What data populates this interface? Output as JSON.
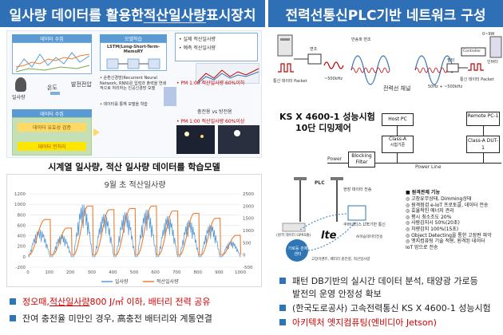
{
  "left_panel": {
    "title_part1": "일사량 데이터를 활용한 ",
    "title_part2": "적산일사량",
    "title_part3": " 표시장치",
    "flow": {
      "data_collect_label": "데이터 수집",
      "sensor_label": "일사량",
      "temp_label": "온도",
      "power_label": "발전전압",
      "data_collect2_label": "데이터 수집",
      "validate_label": "데이터 유효성 검증",
      "preprocess_label": "데이터 전처리",
      "model_label": "모델학습",
      "lstm_title": "LSTM(Long-Short-Term-MemoRY",
      "model_desc": "• 순환신경망(Recurrent Neural Network, RNN)은 입력과 출력을 연쇄적으로 처리하는 인공신경망 모델",
      "model_desc2": "• 데이터를 통해 모델을 학습",
      "out_item1": "• 실제 적산일사량",
      "out_item2": "• 예측 적산일사량",
      "pm_label1": "• PM 1:00 적산일사량 60%이하",
      "charge_label": "충전용 vs 방전용",
      "pm_label2": "• PM 1:00 적산일사량 60%이상"
    },
    "caption": "시계열 일사량, 적산 일사량 데이터를 학습모델",
    "bullets": [
      {
        "pre": "정오때, ",
        "mid": "적산일사량",
        "post": " 800 J/㎡ 이하, 배터리 전력 공유"
      },
      {
        "text": "잔여 충전율 미만인 경우, 高충전 배터리와 계통연결"
      }
    ]
  },
  "right_panel": {
    "title": "전력선통신PLC기반 네트워크 구성",
    "top": {
      "lbl_sig1": "통신 데이터 Packet",
      "lbl_carrier": "변조",
      "lbl_freq1": "~500kHz",
      "lbl_mod": "반송파 변조",
      "lbl_channel": "전력선 채널",
      "lbl_freq2": "50Hz + ~500kHz",
      "lbl_filter": "필터",
      "lbl_ctrl": "Controller",
      "lbl_sig2": "통신 데이터 Packet",
      "lbl_kw": "0~9W",
      "lbl_load": "인버터"
    },
    "test_title1": "KS X 4600-1 성능시험",
    "test_title2": "10단 디밍제어",
    "diagram": {
      "host_pc": "Host PC",
      "class_a1": "Class-A",
      "class_a1_sub": "시험기준",
      "remote_pc": "Remote PC-1",
      "class_a2": "Class-A DUT-1",
      "power_label": "Power",
      "blocking_filter": "Blocking Filter",
      "power_line": "Power Line"
    },
    "map_labels": {
      "plc": "PLC",
      "plc2": "현장 데이터 전송",
      "jetson": "쿠버네티스 LTE기반 통신",
      "lte": "lte",
      "remote": "가로등 관제 센터",
      "bottom1": "(원격 데이터 GPRS통)",
      "bottom2": "AI학습데이터전송",
      "bottom3": "고장이벤트, 배터리 충전량, 적산일사량"
    },
    "features_title": "■ 원격관제 기능",
    "features": [
      "◎ 고장유무상태, Dimming상태",
      "◎ 원격점검 e-IoT 프로토콜, 데이터 전송",
      "◎ 효율적인 에너지 관리",
      "◎ 평시 최소조도 20%",
      "◎ 사람감지시 50%(20초)",
      "◎ 차량감지 100%(15초)",
      "◎ Object Detecting을 통한 고장판 파악",
      "◎ 엣지컴퓨팅 기술 적용, 원격된 데이터",
      "IoT 망으로 전송"
    ],
    "bullets": [
      {
        "text": "패턴 DB기반의 실시간 데이터 분석, 태양광 가로등"
      },
      {
        "text": "발전의 운영 안정성 확보"
      },
      {
        "text": "(한국도로공사) 고속전력통신 KS X 4600-1 성능시험"
      },
      {
        "text": "아키텍처 엣지컴퓨팅(엔비디아 Jetson)"
      }
    ]
  },
  "chart_data": {
    "type": "line",
    "title": "9월 초 적산일사량",
    "x_ticks": [
      "0",
      "100",
      "200",
      "300",
      "400",
      "500",
      "600",
      "700",
      "800",
      "900",
      "1000"
    ],
    "y_left_ticks": [
      "-200",
      "0",
      "200",
      "400",
      "600",
      "800",
      "1000",
      "1200"
    ],
    "y_right_ticks": [
      "-500",
      "0",
      "500",
      "1000",
      "1500",
      "2000",
      "2500"
    ],
    "ylim_left": [
      -200,
      1200
    ],
    "ylim_right": [
      -500,
      2500
    ],
    "xlim": [
      0,
      1000
    ],
    "series": [
      {
        "name": "일사량",
        "axis": "left",
        "color": "#5b9bd5",
        "days": [
          [
            5,
            105,
            520
          ],
          [
            115,
            205,
            420
          ],
          [
            215,
            305,
            1000
          ],
          [
            315,
            405,
            820
          ],
          [
            415,
            505,
            850
          ],
          [
            515,
            605,
            900
          ],
          [
            615,
            705,
            780
          ],
          [
            715,
            805,
            700
          ],
          [
            815,
            905,
            620
          ],
          [
            915,
            1000,
            300
          ]
        ]
      },
      {
        "name": "적산일사량",
        "axis": "right",
        "color": "#ed7d31",
        "days": [
          [
            5,
            105,
            1450
          ],
          [
            115,
            205,
            1100
          ],
          [
            215,
            305,
            2000
          ],
          [
            315,
            405,
            1850
          ],
          [
            415,
            505,
            1900
          ],
          [
            515,
            605,
            2000
          ],
          [
            615,
            705,
            1800
          ],
          [
            715,
            805,
            1700
          ],
          [
            815,
            905,
            1500
          ],
          [
            915,
            1000,
            800
          ]
        ]
      }
    ],
    "legend": [
      "일사량",
      "적산일사량"
    ],
    "legend_position": "bottom"
  },
  "colors": {
    "header": "#2f6fb6",
    "series_sun": "#5b9bd5",
    "series_cum": "#ed7d31",
    "bullet": "#2e75b6",
    "highlight": "#d00000"
  }
}
